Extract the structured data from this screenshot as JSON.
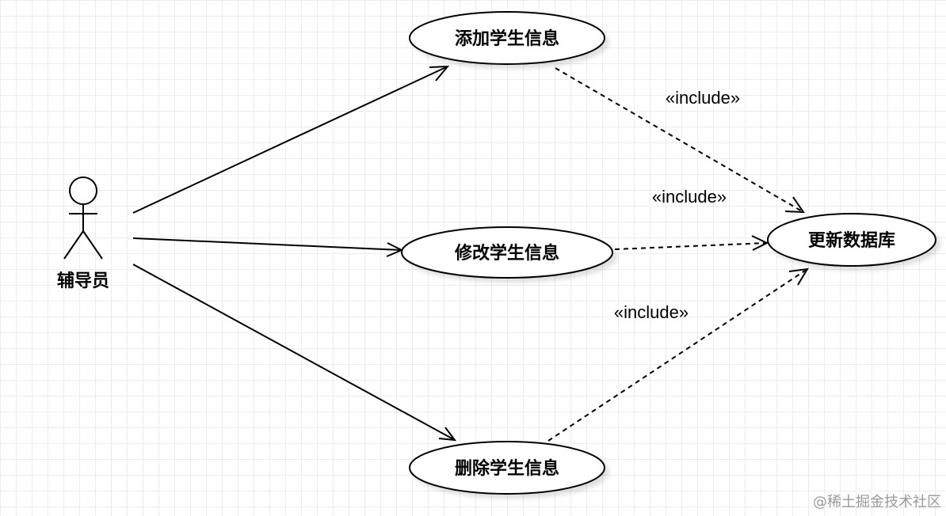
{
  "actor": {
    "name": "辅导员"
  },
  "use_cases": {
    "add": "添加学生信息",
    "modify": "修改学生信息",
    "delete": "删除学生信息",
    "update_db": "更新数据库"
  },
  "relations": {
    "include_1": "«include»",
    "include_2": "«include»",
    "include_3": "«include»"
  },
  "watermark": "@稀土掘金技术社区"
}
